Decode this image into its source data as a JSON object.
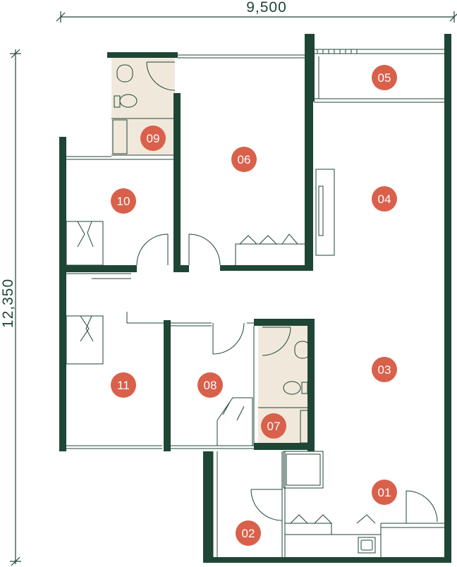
{
  "dimensions": {
    "width_label": "9,500",
    "height_label": "12,350"
  },
  "rooms": [
    {
      "number": "01"
    },
    {
      "number": "02"
    },
    {
      "number": "03"
    },
    {
      "number": "04"
    },
    {
      "number": "05"
    },
    {
      "number": "06"
    },
    {
      "number": "07"
    },
    {
      "number": "08"
    },
    {
      "number": "09"
    },
    {
      "number": "10"
    },
    {
      "number": "11"
    }
  ],
  "colors": {
    "wall": "#1f4535",
    "marker": "#d9604b",
    "wet_area": "#f1e8dc",
    "line": "#1f4535"
  }
}
